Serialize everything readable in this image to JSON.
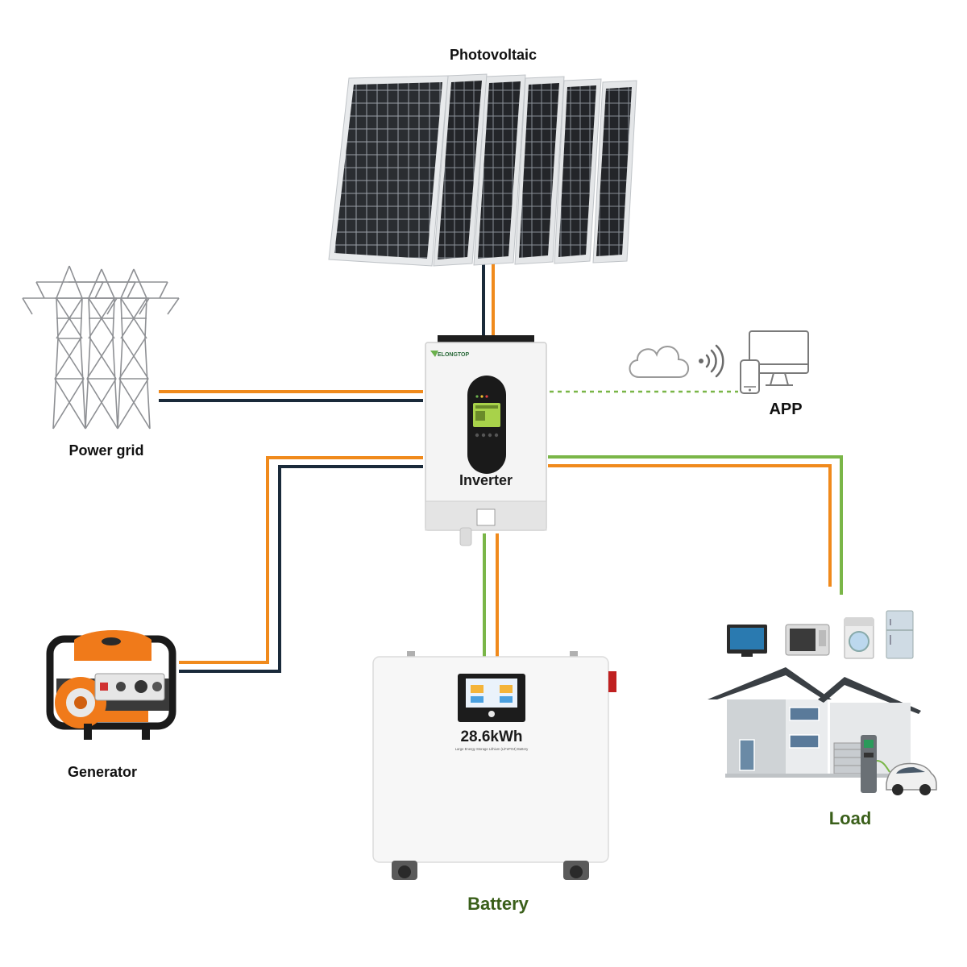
{
  "labels": {
    "photovoltaic": "Photovoltaic",
    "power_grid": "Power grid",
    "generator": "Generator",
    "inverter": "Inverter",
    "app": "APP",
    "battery": "Battery",
    "load": "Load"
  },
  "inverter": {
    "brand": "ELONGTOP"
  },
  "battery": {
    "capacity": "28.6kWh",
    "subtitle": "Large Energy Storage Lithium (LiFePO4) Battery"
  },
  "colors": {
    "line_orange": "#f08a1c",
    "line_navy": "#1a2a3a",
    "line_green": "#7ab648",
    "label_green": "#3a5f1a"
  },
  "icons": [
    "solar-panel-icon",
    "transmission-tower-icon",
    "generator-icon",
    "inverter-icon",
    "cloud-icon",
    "wifi-signal-icon",
    "phone-icon",
    "monitor-icon",
    "battery-icon",
    "tv-icon",
    "microwave-icon",
    "washing-machine-icon",
    "refrigerator-icon",
    "house-icon",
    "ev-charger-icon",
    "car-icon"
  ]
}
